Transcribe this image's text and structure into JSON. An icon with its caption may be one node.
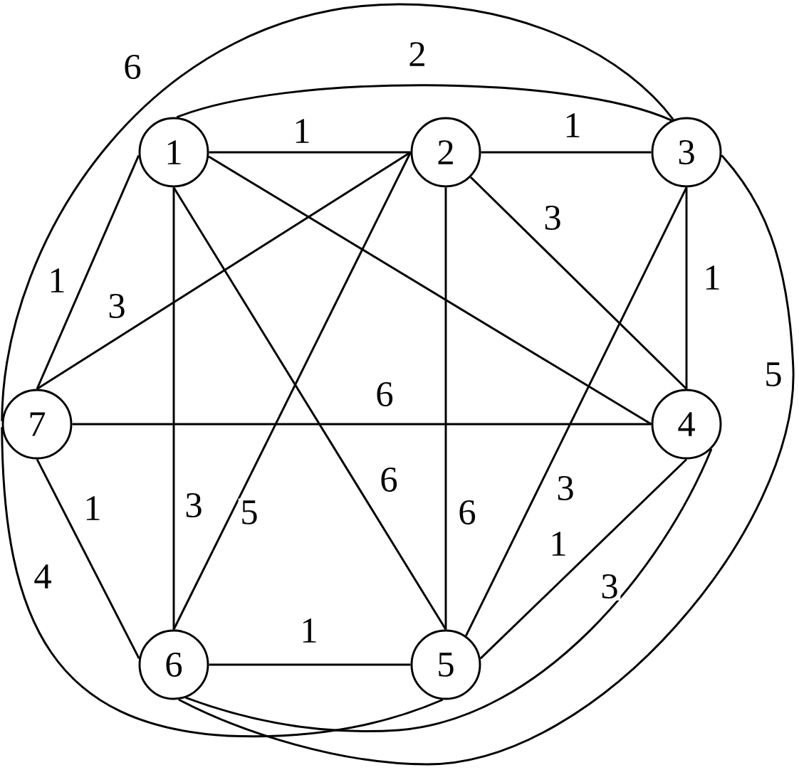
{
  "diagram": {
    "nodes": [
      {
        "text": [
          "1"
        ]
      },
      {
        "text": [
          "2"
        ]
      },
      {
        "text": [
          "3"
        ]
      },
      {
        "text": [
          "4"
        ]
      },
      {
        "text": [
          "5"
        ]
      },
      {
        "text": [
          "6"
        ]
      },
      {
        "text": [
          "7"
        ]
      }
    ],
    "edges": [
      {
        "from": 0,
        "to": 1,
        "arrow": "none",
        "label": "1"
      },
      {
        "from": 0,
        "to": 2,
        "arrow": "none",
        "label": "2"
      },
      {
        "from": 1,
        "to": 2,
        "arrow": "none",
        "label": "1"
      },
      {
        "from": 0,
        "to": 6,
        "arrow": "none",
        "label": "1"
      },
      {
        "from": 1,
        "to": 6,
        "arrow": "none",
        "label": "3"
      },
      {
        "from": 0,
        "to": 5,
        "arrow": "none",
        "label": "3"
      },
      {
        "from": 0,
        "to": 4,
        "arrow": "none",
        "label": "6"
      },
      {
        "from": 0,
        "to": 3,
        "arrow": "none"
      },
      {
        "from": 1,
        "to": 5,
        "arrow": "none",
        "label": "5"
      },
      {
        "from": 1,
        "to": 4,
        "arrow": "none",
        "label": "6"
      },
      {
        "from": 1,
        "to": 3,
        "arrow": "none",
        "label": "3"
      },
      {
        "from": 2,
        "to": 3,
        "arrow": "none",
        "label": "1"
      },
      {
        "from": 2,
        "to": 4,
        "arrow": "none",
        "label": "3"
      },
      {
        "from": 6,
        "to": 3,
        "arrow": "none",
        "label": "6"
      },
      {
        "from": 3,
        "to": 4,
        "arrow": "none",
        "label": "1"
      },
      {
        "from": 6,
        "to": 5,
        "arrow": "none",
        "label": "1"
      },
      {
        "from": 5,
        "to": 4,
        "arrow": "none",
        "label": "1"
      },
      {
        "from": 6,
        "to": 2,
        "arrow": "none",
        "label": "6"
      },
      {
        "from": 5,
        "to": 2,
        "arrow": "none",
        "label": "5"
      },
      {
        "from": 6,
        "to": 4,
        "arrow": "none",
        "label": "4"
      },
      {
        "from": 5,
        "to": 3,
        "arrow": "none",
        "label": "3"
      }
    ]
  }
}
